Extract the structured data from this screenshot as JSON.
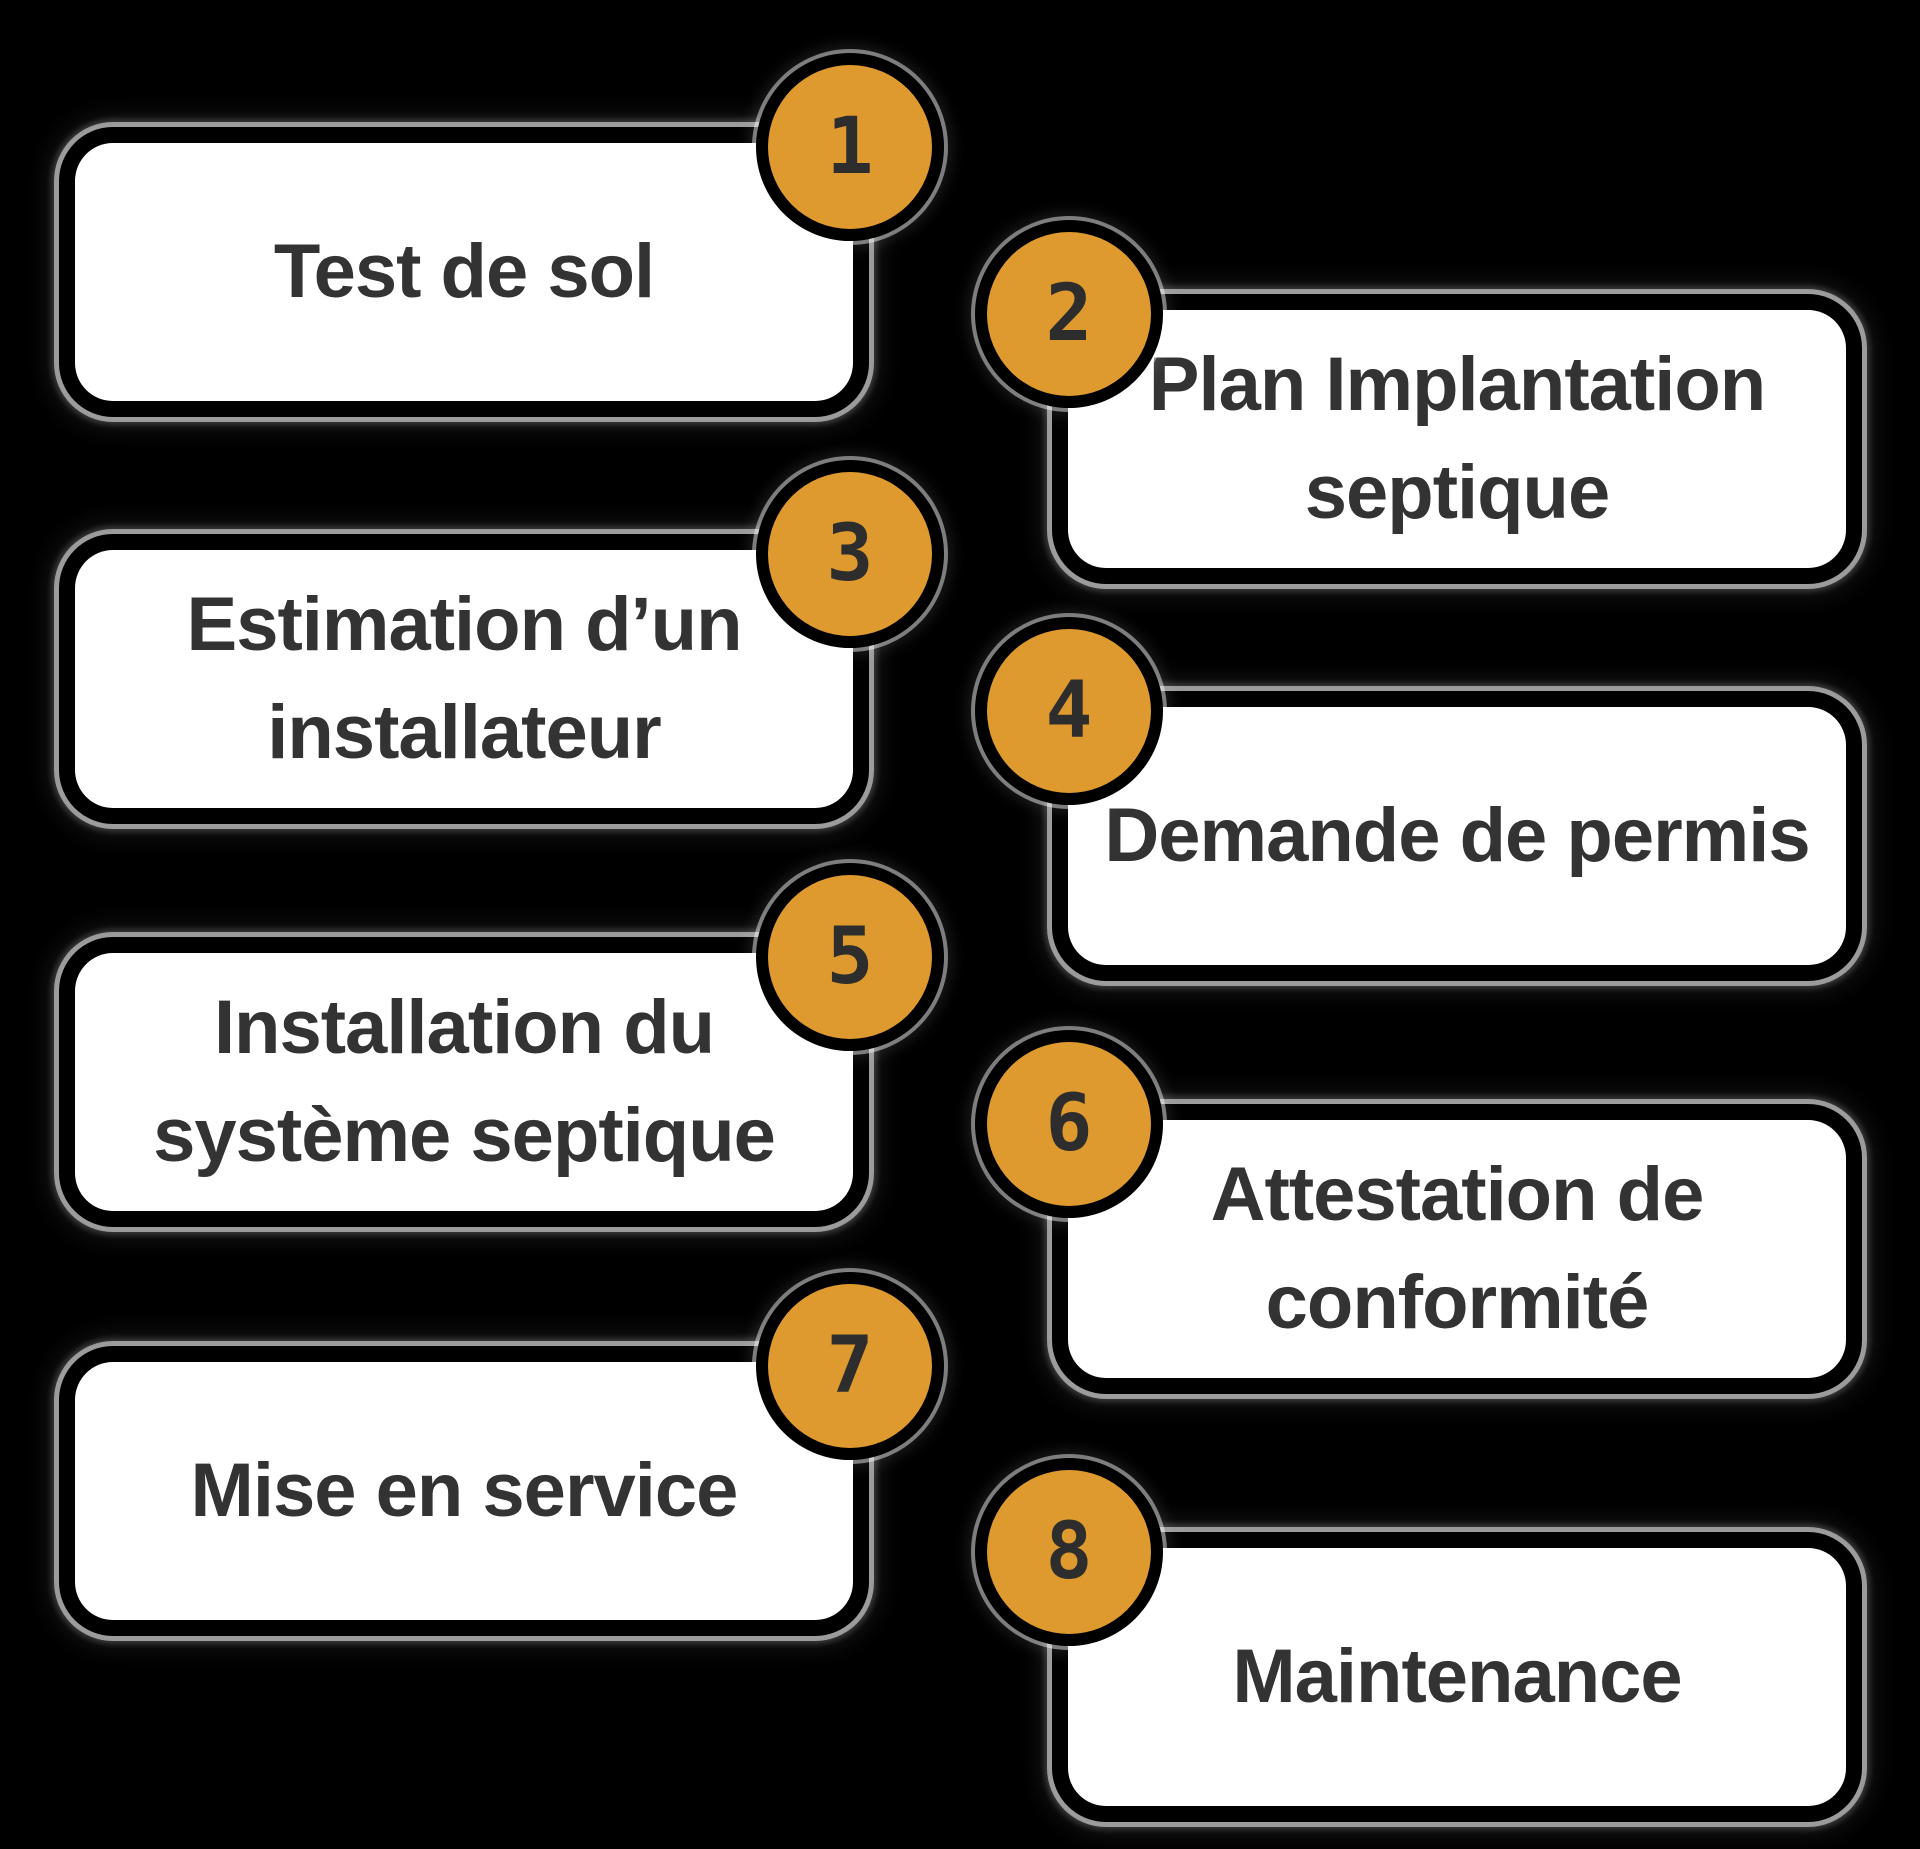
{
  "colors": {
    "background": "#000000",
    "card_bg": "#FFFFFF",
    "accent": "#DF9A2F",
    "number_color": "#2D2D2D",
    "label_color": "#333333"
  },
  "steps": [
    {
      "number": "1",
      "lines": [
        "Test de sol"
      ]
    },
    {
      "number": "2",
      "lines": [
        "Plan Implantation",
        "septique"
      ]
    },
    {
      "number": "3",
      "lines": [
        "Estimation d’un",
        "installateur"
      ]
    },
    {
      "number": "4",
      "lines": [
        "Demande de permis"
      ]
    },
    {
      "number": "5",
      "lines": [
        "Installation du",
        "système septique"
      ]
    },
    {
      "number": "6",
      "lines": [
        "Attestation de",
        "conformité"
      ]
    },
    {
      "number": "7",
      "lines": [
        "Mise en service"
      ]
    },
    {
      "number": "8",
      "lines": [
        "Maintenance"
      ]
    }
  ]
}
